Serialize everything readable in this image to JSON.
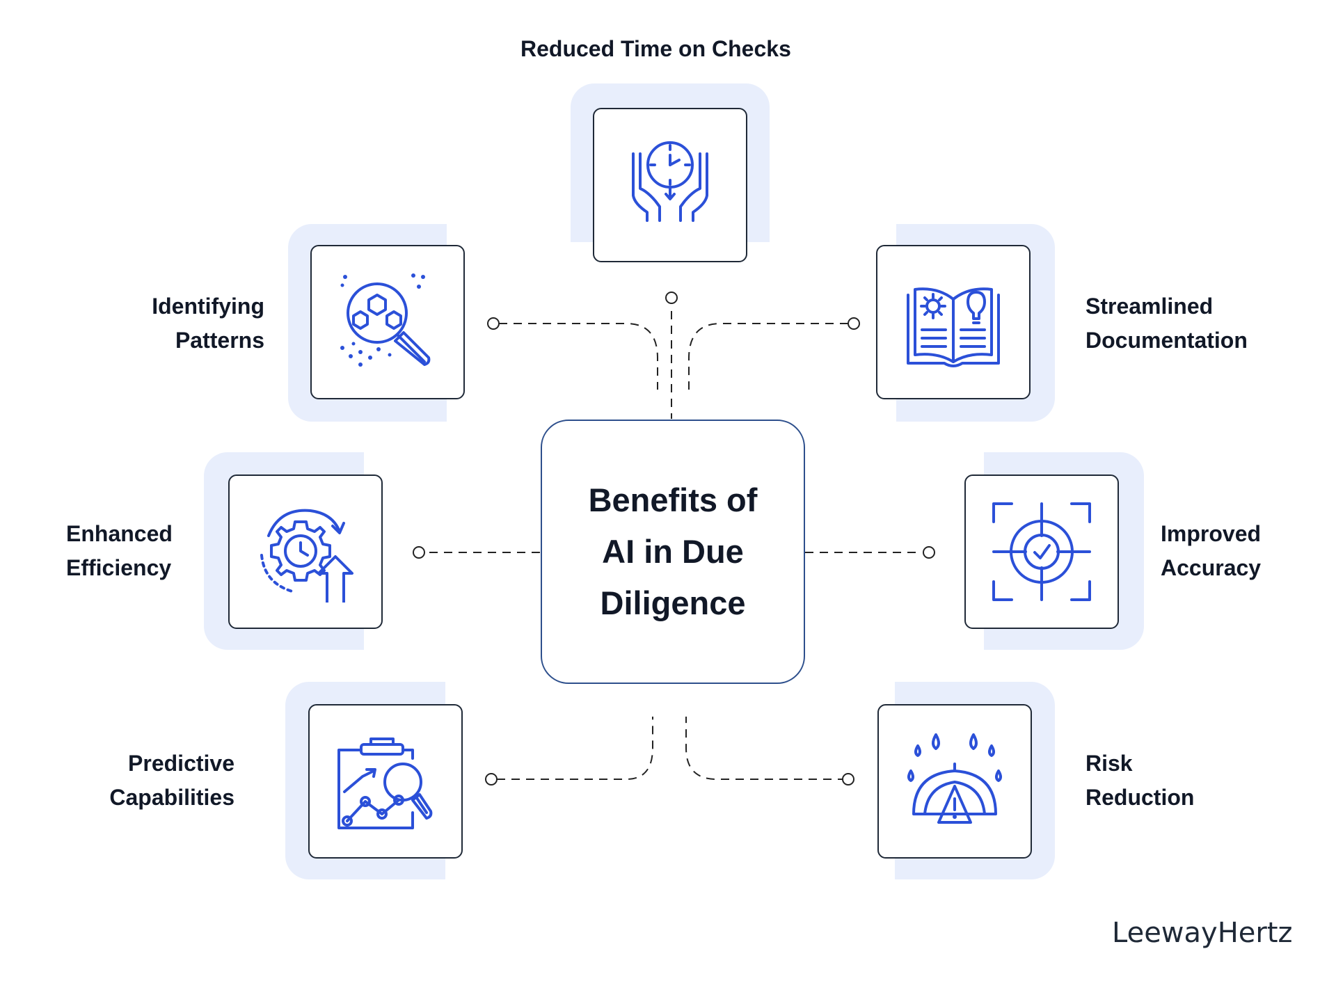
{
  "center": {
    "title": "Benefits of\nAI in Due\nDiligence"
  },
  "benefits": {
    "top": {
      "label": "Reduced Time on Checks",
      "icon": "hands-clock-icon"
    },
    "top_left": {
      "label": "Identifying\nPatterns",
      "icon": "pattern-search-icon"
    },
    "top_right": {
      "label": "Streamlined\nDocumentation",
      "icon": "open-book-gear-bulb-icon"
    },
    "mid_left": {
      "label": "Enhanced\nEfficiency",
      "icon": "gear-clock-arrow-icon"
    },
    "mid_right": {
      "label": "Improved\nAccuracy",
      "icon": "target-check-icon"
    },
    "bottom_left": {
      "label": "Predictive\nCapabilities",
      "icon": "clipboard-chart-icon"
    },
    "bottom_right": {
      "label": "Risk\nReduction",
      "icon": "umbrella-warning-icon"
    }
  },
  "brand": "LeewayHertz",
  "colors": {
    "accent_bg": "#e8eefc",
    "icon_blue": "#2b50d8",
    "border": "#1f2937",
    "center_border": "#2d4f8c"
  }
}
